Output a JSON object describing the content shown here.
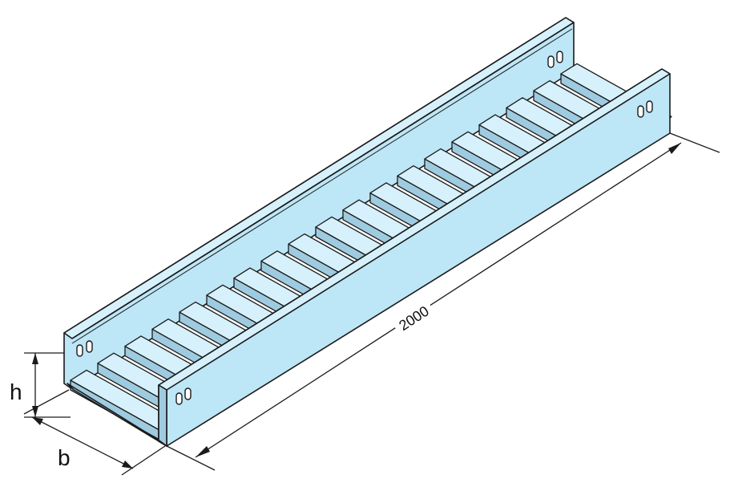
{
  "drawing": {
    "subject": "cable-ladder-tray",
    "rung_count": 19,
    "colors": {
      "background": "#ffffff",
      "metal": "#bde6f6",
      "metal_light": "#d6f1fb",
      "metal_dark": "#9fcbe0",
      "outline": "#1a1a1a"
    }
  },
  "dimensions": {
    "length_label": "2000",
    "height_label": "h",
    "width_label": "b"
  }
}
